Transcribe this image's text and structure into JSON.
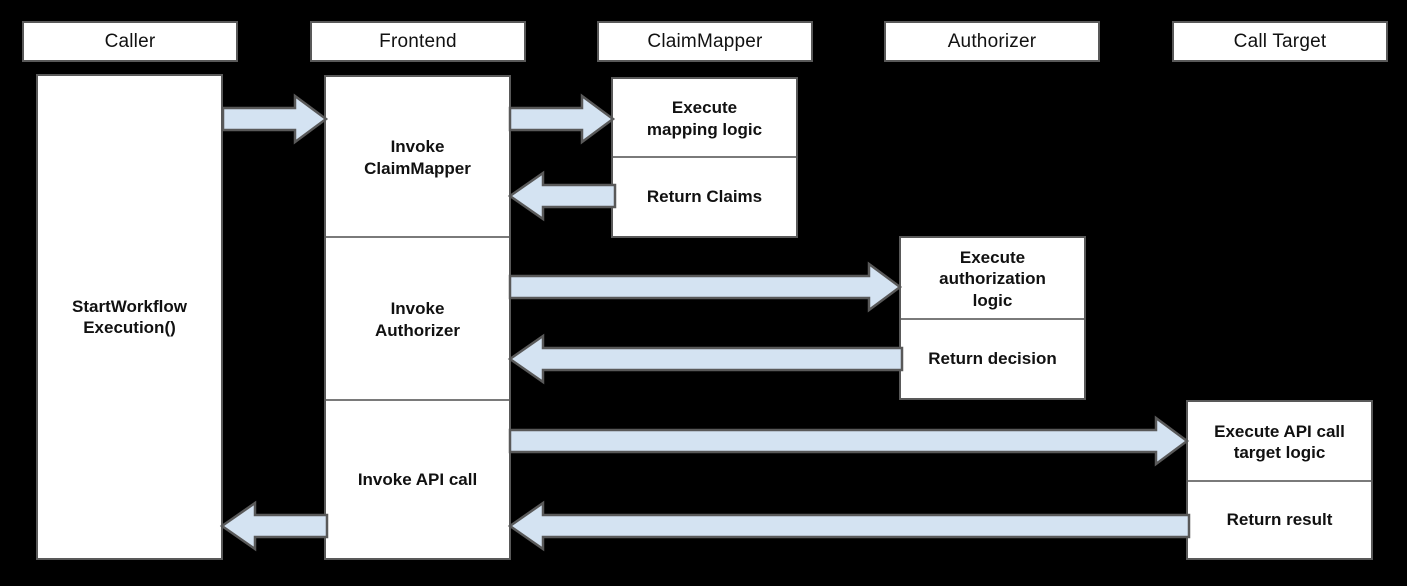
{
  "diagram": {
    "title": "Workflow authorization sequence diagram",
    "background_color": "#000000",
    "box_fill": "#ffffff",
    "box_border": "#595959",
    "arrow_fill": "#d4e3f2",
    "arrow_border": "#595959",
    "text_color": "#111111"
  },
  "lanes": [
    {
      "id": "caller",
      "label": "Caller"
    },
    {
      "id": "frontend",
      "label": "Frontend"
    },
    {
      "id": "claimmapper",
      "label": "ClaimMapper"
    },
    {
      "id": "authorizer",
      "label": "Authorizer"
    },
    {
      "id": "calltarget",
      "label": "Call Target"
    }
  ],
  "activations": {
    "caller": {
      "cells": [
        {
          "label": "StartWorkflow\nExecution()"
        }
      ]
    },
    "frontend": {
      "cells": [
        {
          "label": "Invoke\nClaimMapper"
        },
        {
          "label": "Invoke\nAuthorizer"
        },
        {
          "label": "Invoke API call"
        }
      ]
    },
    "claimmapper": {
      "cells": [
        {
          "label": "Execute\nmapping logic"
        },
        {
          "label": "Return Claims"
        }
      ]
    },
    "authorizer": {
      "cells": [
        {
          "label": "Execute\nauthorization\nlogic"
        },
        {
          "label": "Return decision"
        }
      ]
    },
    "calltarget": {
      "cells": [
        {
          "label": "Execute API call\ntarget logic"
        },
        {
          "label": "Return result"
        }
      ]
    }
  },
  "messages": [
    {
      "id": "m1",
      "from": "caller",
      "to": "frontend",
      "direction": "right",
      "label": ""
    },
    {
      "id": "m2",
      "from": "frontend",
      "to": "claimmapper",
      "direction": "right",
      "label": ""
    },
    {
      "id": "m3",
      "from": "claimmapper",
      "to": "frontend",
      "direction": "left",
      "label": ""
    },
    {
      "id": "m4",
      "from": "frontend",
      "to": "authorizer",
      "direction": "right",
      "label": ""
    },
    {
      "id": "m5",
      "from": "authorizer",
      "to": "frontend",
      "direction": "left",
      "label": ""
    },
    {
      "id": "m6",
      "from": "frontend",
      "to": "calltarget",
      "direction": "right",
      "label": ""
    },
    {
      "id": "m7",
      "from": "calltarget",
      "to": "frontend",
      "direction": "left",
      "label": ""
    },
    {
      "id": "m8",
      "from": "frontend",
      "to": "caller",
      "direction": "left",
      "label": ""
    }
  ]
}
